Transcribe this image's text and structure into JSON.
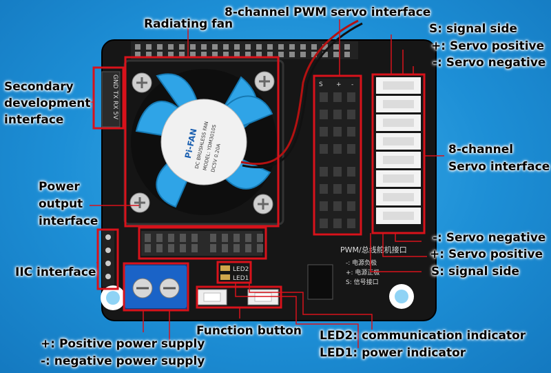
{
  "labels": {
    "pwm_interface": "8-channel PWM servo interface",
    "radiating_fan": "Radiating fan",
    "s_signal_top": "S: signal side",
    "plus_servo_top": "+: Servo positive",
    "minus_servo_top": "-: Servo negative",
    "secondary_dev": [
      "Secondary",
      "development",
      "interface"
    ],
    "servo_interface": [
      "8-channel",
      "Servo interface"
    ],
    "power_output": [
      "Power",
      "output",
      "interface"
    ],
    "minus_servo_bottom": "-: Servo negative",
    "plus_servo_bottom": "+: Servo positive",
    "iic_interface": "IIC interface",
    "s_signal_bottom": "S: signal side",
    "function_button": "Function button",
    "positive_power": "+: Positive power supply",
    "negative_power": "-: negative power supply",
    "led2": "LED2: communication indicator",
    "led1": "LED1: power indicator"
  },
  "silkscreen": {
    "fan_brand": "Pi-FAN",
    "fan_type": "DC BRUSHLESS FAN",
    "fan_model": "MODEL: YDM3010S",
    "fan_rating": "DC5V 0.20A",
    "pcb_title": "PWM/总线舵机接口",
    "legend_minus": "-: 电源负极",
    "legend_plus": "+: 电源正极",
    "legend_s": "S: 信号接口",
    "led2_mark": "LED2",
    "led1_mark": "LED1",
    "col_s": "S",
    "col_plus": "+",
    "col_minus": "-",
    "secondary_pins": "GND TX RX 5V"
  },
  "colors": {
    "background": "#1d8fd6",
    "annotation_box": "#d8121b",
    "fan_blade": "#2fa4e7",
    "terminal_block": "#1a63c7"
  }
}
